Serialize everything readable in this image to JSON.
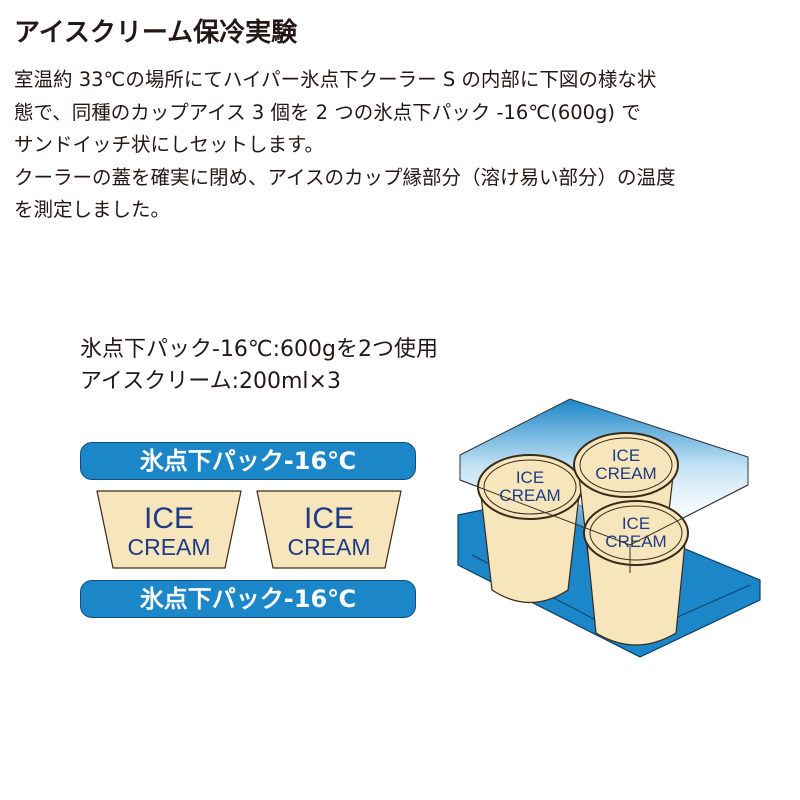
{
  "title": "アイスクリーム保冷実験",
  "description": [
    "室温約 33℃の場所にてハイパー氷点下クーラー S の内部に下図の様な状",
    "態で、同種のカップアイス 3 個を 2 つの氷点下パック -16℃(600g) で",
    "サンドイッチ状にしセットします。",
    "クーラーの蓋を確実に閉め、アイスのカップ縁部分（溶け易い部分）の温度",
    "を測定しました。"
  ],
  "caption": [
    "氷点下パック-16℃:600gを2つ使用",
    "アイスクリーム:200ml×3"
  ],
  "diagram": {
    "pack_top": "氷点下パック-16℃",
    "pack_bottom": "氷点下パック-16℃",
    "cups": [
      {
        "line1": "ICE",
        "line2": "CREAM"
      },
      {
        "line1": "ICE",
        "line2": "CREAM"
      }
    ],
    "iso_cups": [
      {
        "line1": "ICE",
        "line2": "CREAM"
      },
      {
        "line1": "ICE",
        "line2": "CREAM"
      },
      {
        "line1": "ICE",
        "line2": "CREAM"
      }
    ]
  },
  "colors": {
    "pack_blue": "#1b86c8",
    "cup_fill": "#f7e6bc",
    "label_navy": "#1e3b86"
  }
}
